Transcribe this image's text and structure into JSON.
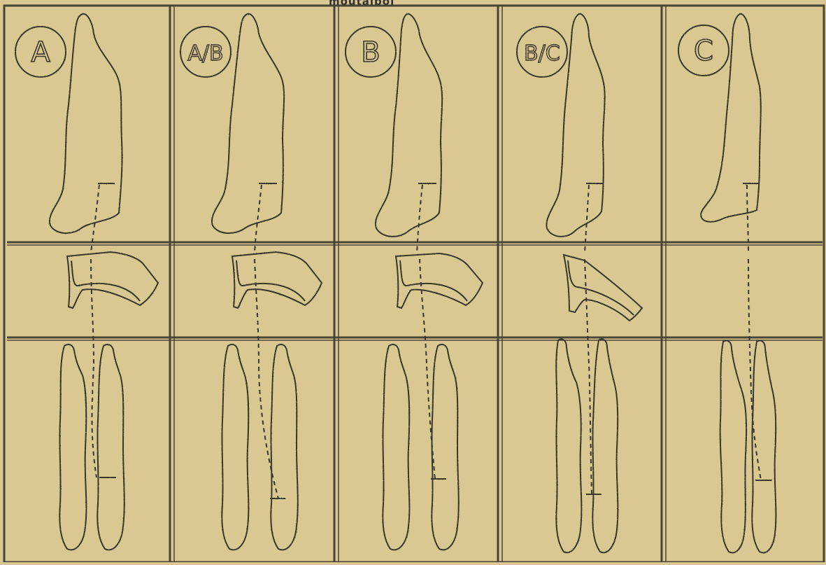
{
  "page": {
    "caption": "moutaibol"
  },
  "colors": {
    "paper": "#d9c892",
    "ink": "#3a352c",
    "grid": "#4a4436"
  },
  "columns": [
    {
      "label": "A"
    },
    {
      "label": "A/B"
    },
    {
      "label": "B"
    },
    {
      "label": "B/C"
    },
    {
      "label": "C"
    }
  ]
}
